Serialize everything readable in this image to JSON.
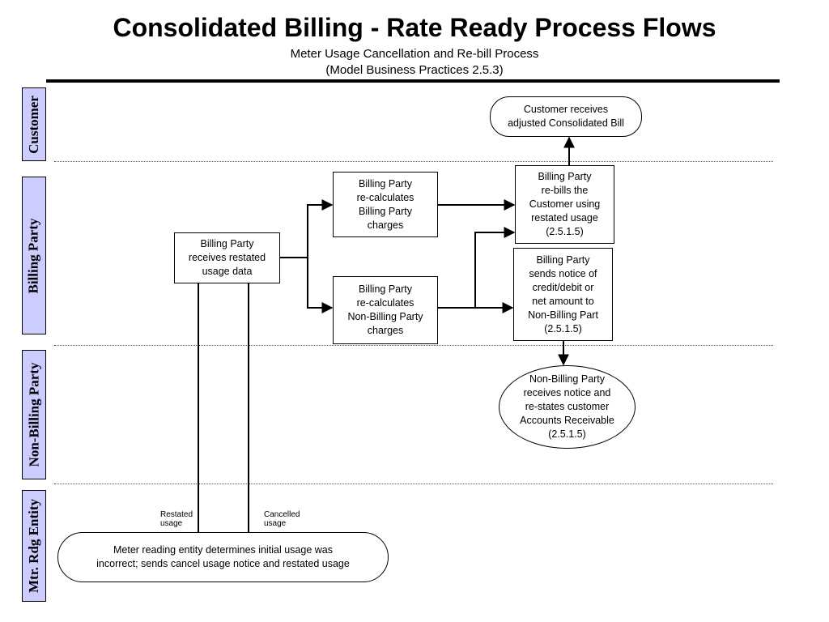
{
  "header": {
    "title": "Consolidated Billing - Rate Ready Process Flows",
    "subtitle_line1": "Meter Usage Cancellation and Re-bill Process",
    "subtitle_line2": "(Model Business Practices 2.5.3)"
  },
  "lanes": {
    "customer": "Customer",
    "billing_party": "Billing Party",
    "non_billing_party": "Non-Billing Party",
    "meter_reading": "Mtr. Rdg Entity"
  },
  "nodes": {
    "customer_receives": "Customer receives\nadjusted Consolidated Bill",
    "bp_receives": "Billing Party\nreceives restated\nusage data",
    "bp_recalc_bp": "Billing Party\nre-calculates\nBilling Party\ncharges",
    "bp_recalc_nbp": "Billing Party\nre-calculates\nNon-Billing Party\ncharges",
    "bp_rebills": "Billing Party\nre-bills the\nCustomer using\nrestated usage\n(2.5.1.5)",
    "bp_sends_notice": "Billing Party\nsends notice of\ncredit/debit or\nnet amount to\nNon-Billing Part\n(2.5.1.5)",
    "nbp_receives": "Non-Billing Party\nreceives notice and\nre-states customer\nAccounts Receivable\n(2.5.1.5)",
    "mre_determines": "Meter reading entity determines initial usage was\nincorrect; sends cancel usage notice and restated usage"
  },
  "labels": {
    "restated_usage": "Restated\nusage",
    "cancelled_usage": "Cancelled\nusage"
  }
}
